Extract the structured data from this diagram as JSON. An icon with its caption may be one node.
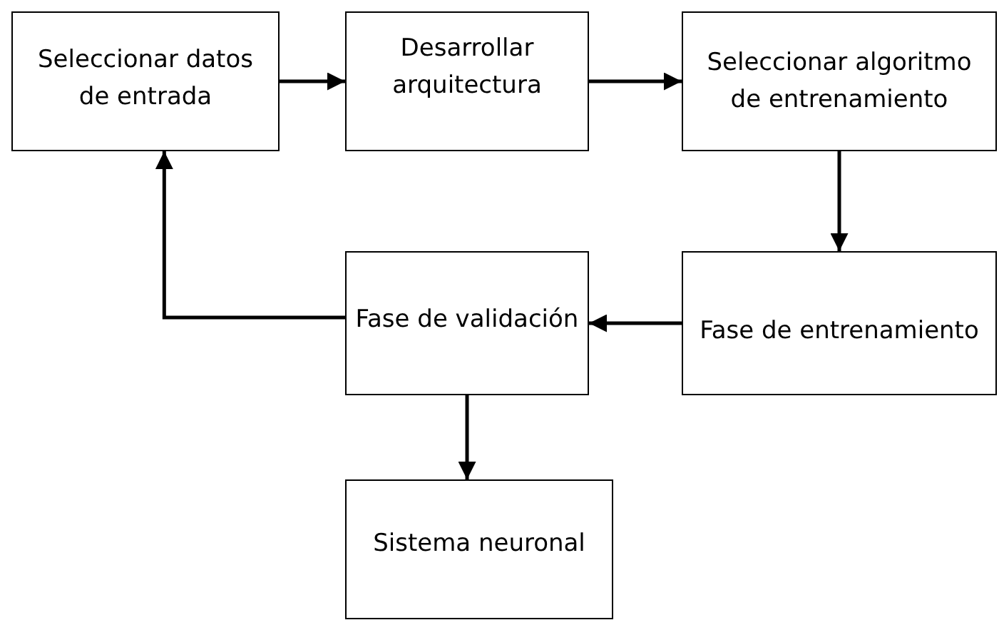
{
  "diagram": {
    "nodes": [
      {
        "text": [
          "Seleccionar datos de entrada"
        ]
      },
      {
        "text": [
          "Desarrollar arquitectura"
        ]
      },
      {
        "text": [
          "Seleccionar algoritmo de entrenamiento"
        ]
      },
      {
        "text": [
          "Fase de entrenamiento"
        ]
      },
      {
        "text": [
          "Fase de validación"
        ]
      },
      {
        "text": [
          "Sistema neuronal"
        ]
      }
    ],
    "edges": [
      {
        "from": 0,
        "to": 1,
        "arrow": "to"
      },
      {
        "from": 1,
        "to": 2,
        "arrow": "to"
      },
      {
        "from": 2,
        "to": 3,
        "arrow": "to"
      },
      {
        "from": 3,
        "to": 4,
        "arrow": "to"
      },
      {
        "from": 4,
        "to": 0,
        "arrow": "to"
      },
      {
        "from": 4,
        "to": 5,
        "arrow": "to"
      }
    ]
  }
}
